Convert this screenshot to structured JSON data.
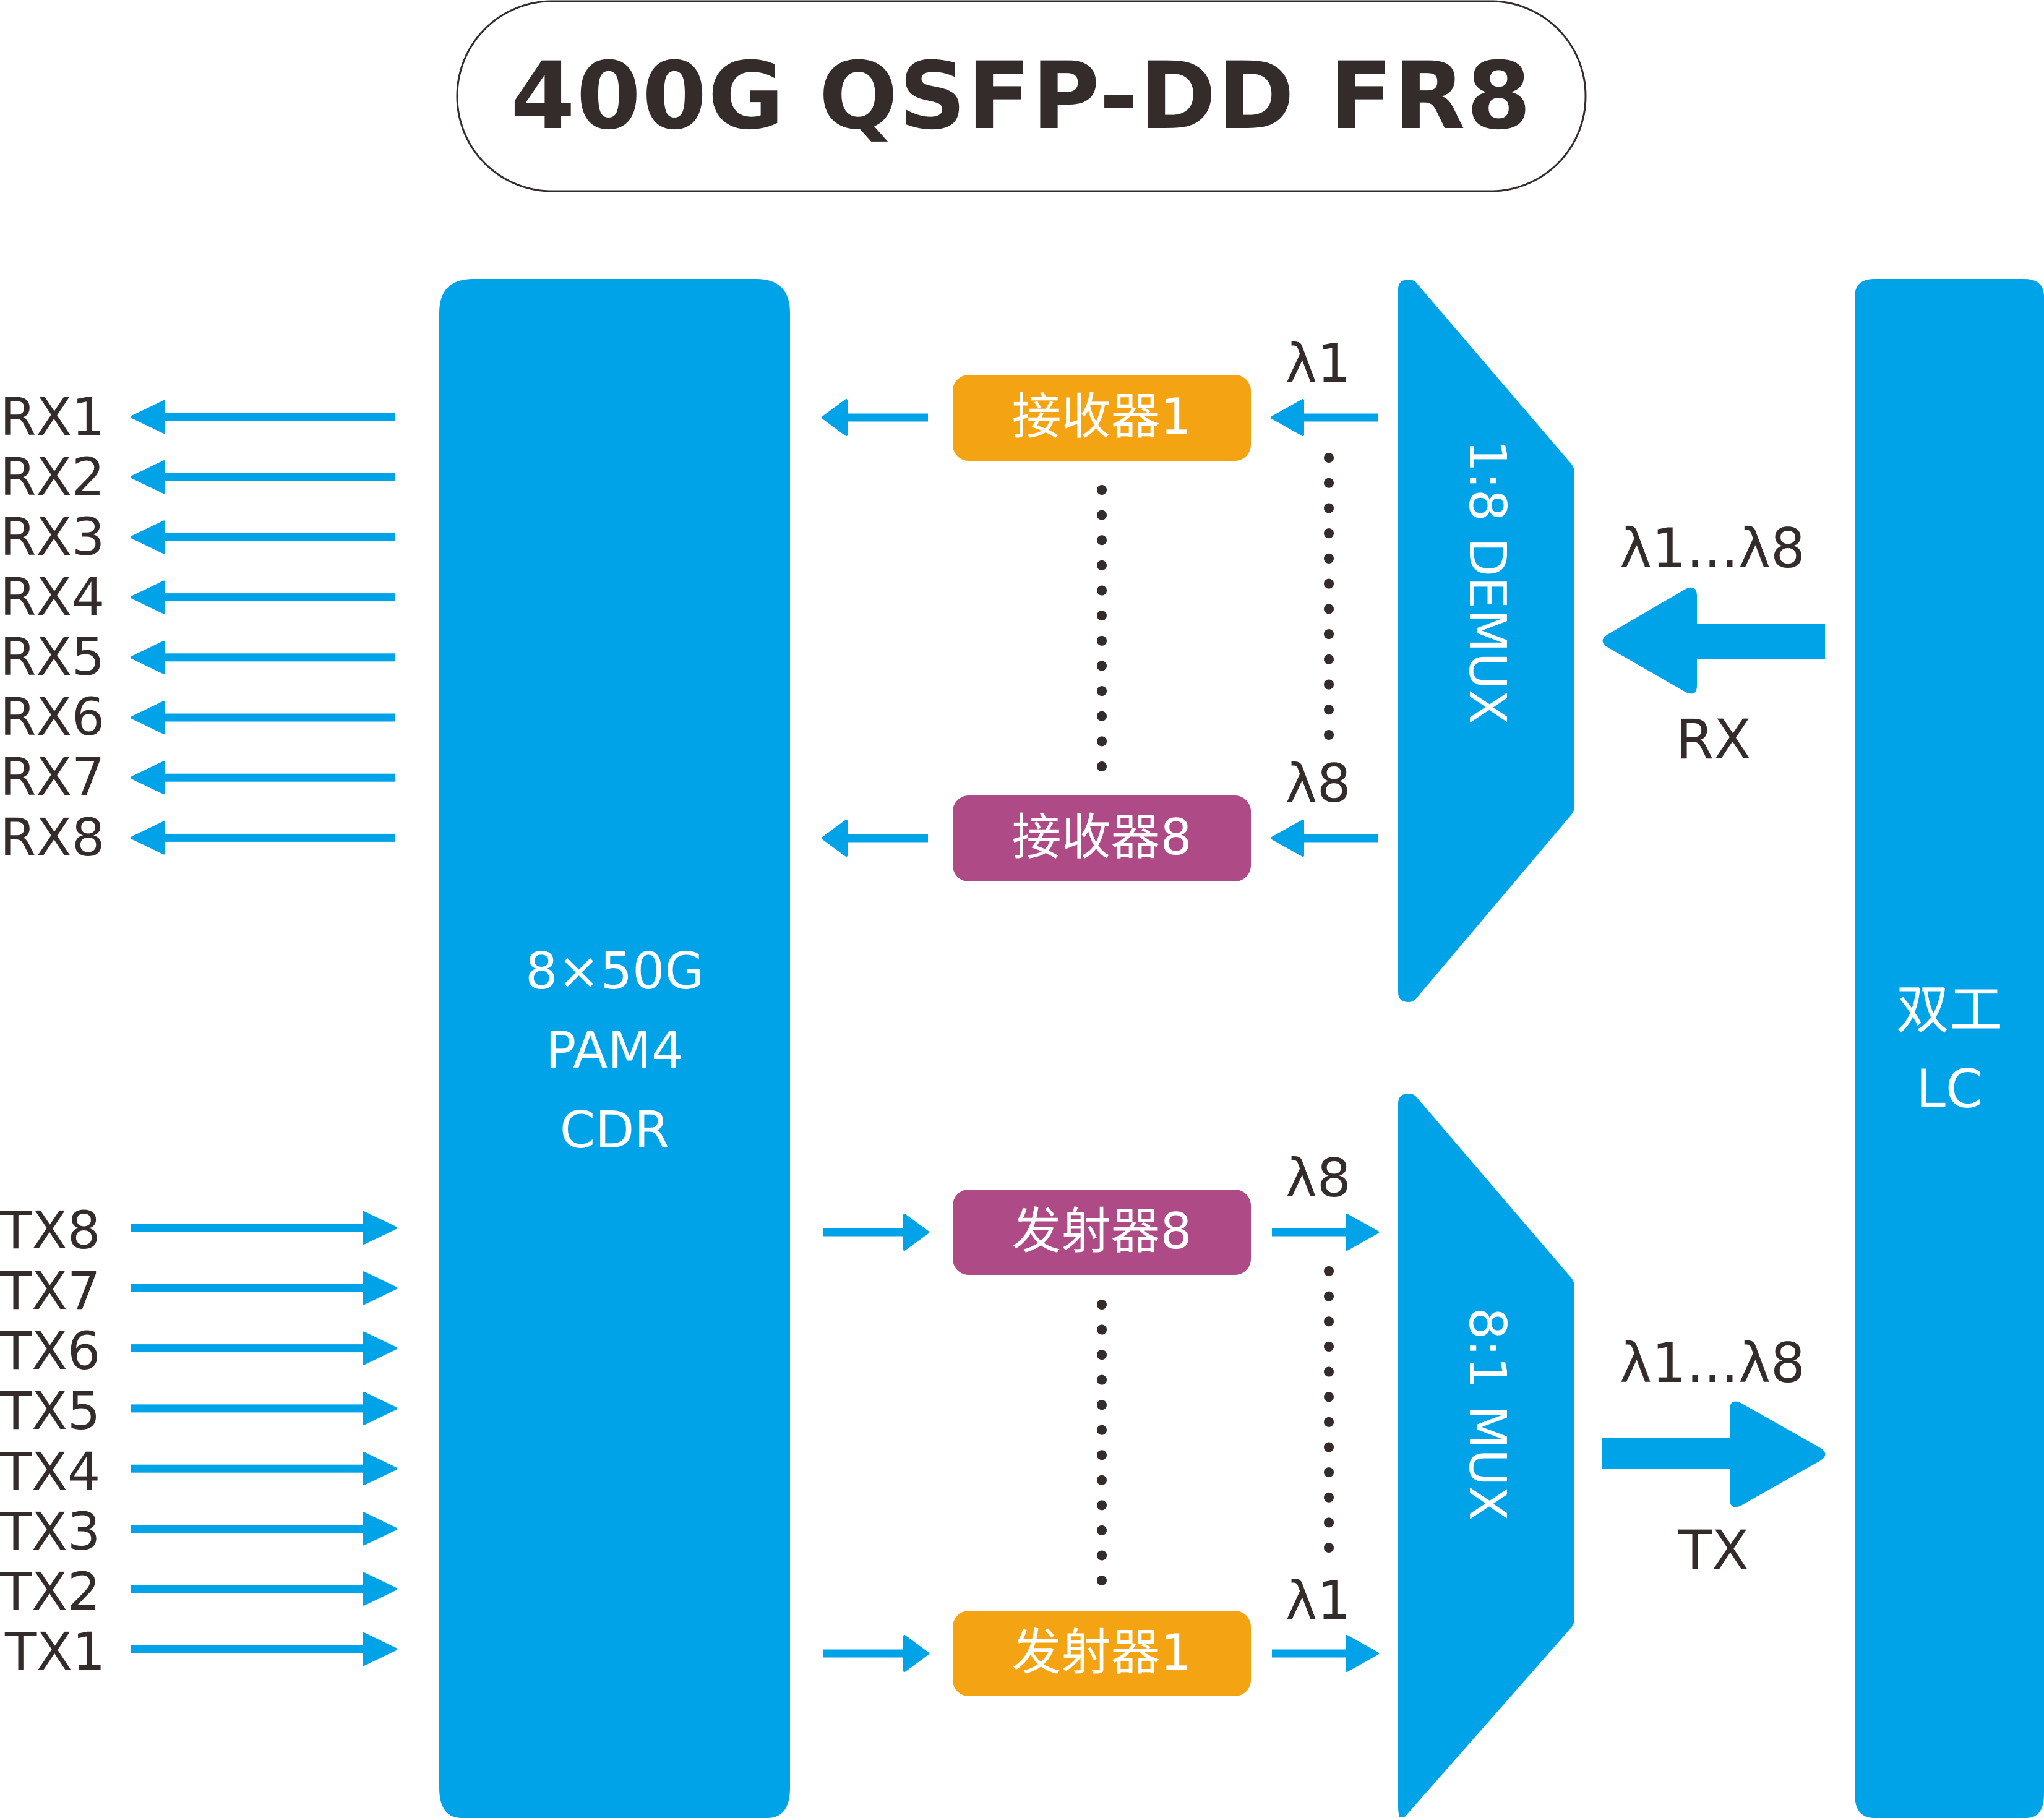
{
  "title": "400G QSFP-DD FR8",
  "colors": {
    "blue": "#00a3e8",
    "orange": "#f4a412",
    "purple": "#ae4a85",
    "text_dark": "#332c2b",
    "white": "#ffffff"
  },
  "rx_ports": [
    "RX1",
    "RX2",
    "RX3",
    "RX4",
    "RX5",
    "RX6",
    "RX7",
    "RX8"
  ],
  "tx_ports": [
    "TX8",
    "TX7",
    "TX6",
    "TX5",
    "TX4",
    "TX3",
    "TX2",
    "TX1"
  ],
  "cdr_block": {
    "lines": [
      "8×50G",
      "PAM4",
      "CDR"
    ]
  },
  "receivers": {
    "top": {
      "label": "接收器1",
      "lambda": "λ1",
      "color": "orange"
    },
    "bottom": {
      "label": "接收器8",
      "lambda": "λ8",
      "color": "purple"
    }
  },
  "transmitters": {
    "top": {
      "label": "发射器8",
      "lambda": "λ8",
      "color": "purple"
    },
    "bottom": {
      "label": "发射器1",
      "lambda": "λ1",
      "color": "orange"
    }
  },
  "demux": {
    "label": "1:8 DEMUX"
  },
  "mux": {
    "label": "8:1 MUX"
  },
  "rx_path": {
    "wavelengths": "λ1...λ8",
    "direction": "RX"
  },
  "tx_path": {
    "wavelengths": "λ1...λ8",
    "direction": "TX"
  },
  "connector": {
    "lines": [
      "双工",
      "LC"
    ]
  }
}
